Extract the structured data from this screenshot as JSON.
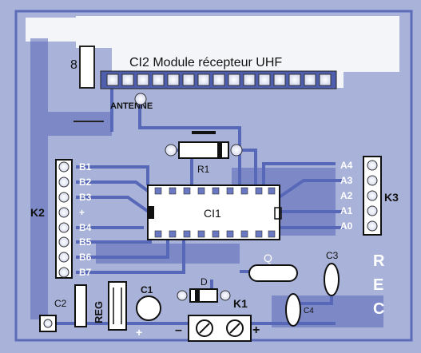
{
  "board": {
    "module_label": "CI2 Module récepteur UHF",
    "antenna_label": "ANTENNE",
    "ic_label": "CI1",
    "resistor_label": "R1",
    "diode_label": "D",
    "capacitor_c1_label": "C1",
    "capacitor_c2_label": "C2",
    "capacitor_c3_label": "C3",
    "capacitor_c4_label": "C4",
    "quartz_label": "Q",
    "regulator_label": "REG",
    "connector_k1_label": "K1",
    "connector_k2_label": "K2",
    "connector_k3_label": "K3",
    "digit_mark": "8",
    "plus_sign": "+",
    "minus_sign": "–",
    "k2_pins": [
      "B1",
      "B2",
      "B3",
      "+",
      "B4",
      "B5",
      "B6",
      "B7"
    ],
    "k3_pins": [
      "A4",
      "A3",
      "A2",
      "A1",
      "A0"
    ],
    "rec_letters": [
      "R",
      "E",
      "C"
    ]
  },
  "colors": {
    "background": "#a9b2d8",
    "copper": "#5868b8",
    "silkscreen": "#111111",
    "white_text": "#ffffff"
  }
}
